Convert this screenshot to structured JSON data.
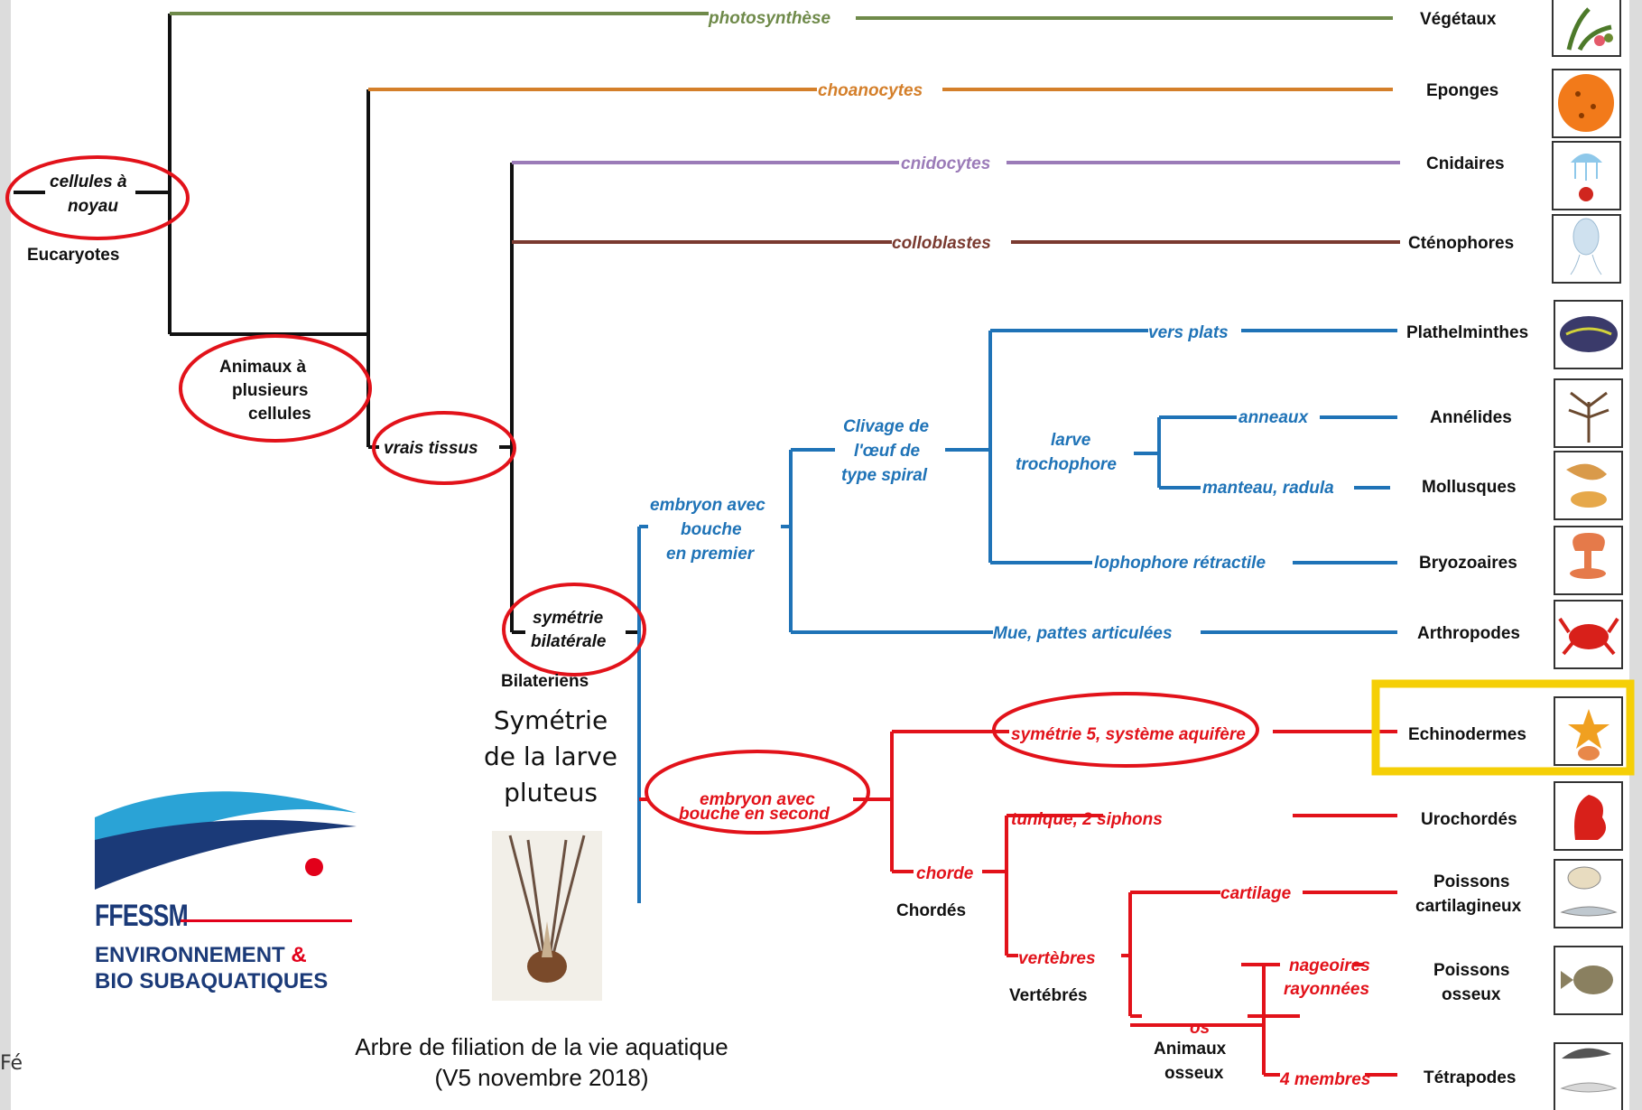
{
  "taxa": {
    "vegetaux": "Végétaux",
    "eponges": "Eponges",
    "cnidaires": "Cnidaires",
    "ctenophores": "Cténophores",
    "plathelminthes": "Plathelminthes",
    "annelides": "Annélides",
    "mollusques": "Mollusques",
    "bryozoaires": "Bryozoaires",
    "arthropodes": "Arthropodes",
    "echinodermes": "Echinodermes",
    "urochordes": "Urochordés",
    "poissons_cart_1": "Poissons",
    "poissons_cart_2": "cartilagineux",
    "poissons_os_1": "Poissons",
    "poissons_os_2": "osseux",
    "tetrapodes": "Tétrapodes"
  },
  "traits": {
    "photosynthese": "photosynthèse",
    "choanocytes": "choanocytes",
    "cnidocytes": "cnidocytes",
    "colloblastes": "colloblastes",
    "vers_plats": "vers plats",
    "anneaux": "anneaux",
    "manteau": "manteau, radula",
    "lophophore": "lophophore rétractile",
    "mue": "Mue, pattes articulées",
    "symetrie5": "symétrie 5, système aquifère",
    "tunique": "tunique, 2 siphons",
    "cartilage": "cartilage",
    "nageoires_1": "nageoires",
    "nageoires_2": "rayonnées",
    "membres": "4 membres",
    "cellules_1": "cellules à",
    "cellules_2": "noyau",
    "vrais_tissus": "vrais tissus",
    "symetrie_bi_1": "symétrie",
    "symetrie_bi_2": "bilatérale",
    "clivage_1": "Clivage de",
    "clivage_2": "l'œuf de",
    "clivage_3": "type spiral",
    "larve_1": "larve",
    "larve_2": "trochophore",
    "bouche1_1": "embryon avec",
    "bouche1_2": "bouche",
    "bouche1_3": "en premier",
    "bouche2_1": "embryon avec",
    "bouche2_2": "bouche en second",
    "chorde": "chorde",
    "vertebres": "vertèbres",
    "os": "os"
  },
  "groups": {
    "eucaryotes": "Eucaryotes",
    "animaux_1": "Animaux à",
    "animaux_2": "plusieurs",
    "animaux_3": "cellules",
    "bilateriens": "Bilateriens",
    "chordes": "Chordés",
    "vertebres": "Vertébrés",
    "osseux_1": "Animaux",
    "osseux_2": "osseux"
  },
  "annotation": {
    "line1": "Symétrie",
    "line2": "de la larve",
    "line3": "pluteus"
  },
  "logo": {
    "brand": "FFESSM",
    "line1": "ENVIRONNEMENT",
    "amp": "&",
    "line2": "BIO SUBAQUATIQUES"
  },
  "caption": {
    "line1": "Arbre de filiation de la vie aquatique",
    "line2": "(V5 novembre 2018)"
  },
  "corner_text": "Fé",
  "colors": {
    "green": "#6f8a4a",
    "orange": "#d47f2a",
    "purple": "#9b7bb8",
    "brown": "#7a3a30",
    "blue": "#1f73b7",
    "red": "#e2121a",
    "highlight": "#f5cf06",
    "black": "#111111"
  },
  "icons": [
    "plant-icon",
    "sponge-icon",
    "jellyfish-icon",
    "ctenophore-icon",
    "flatworm-icon",
    "annelid-icon",
    "mollusc-icon",
    "bryozoan-icon",
    "crab-icon",
    "starfish-icon",
    "sea-squirt-icon",
    "shark-icon",
    "fish-icon",
    "dolphin-icon"
  ]
}
